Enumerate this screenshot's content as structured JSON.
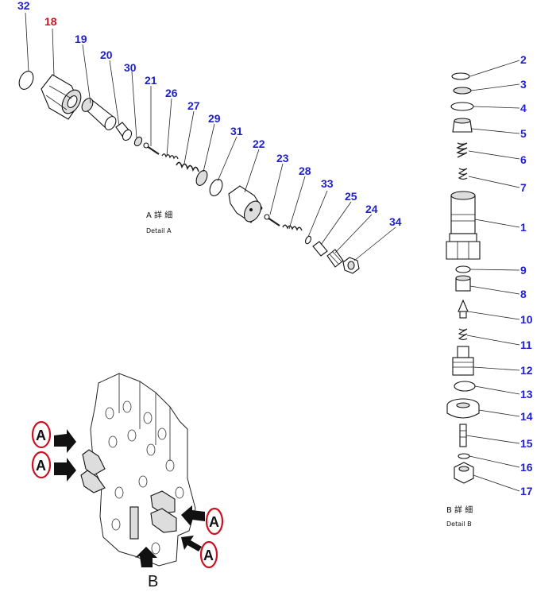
{
  "colors": {
    "callout": "#1f1fd0",
    "highlight": "#cc1020",
    "ink": "#111111"
  },
  "detail_a": {
    "caption_jp": "A 詳 細",
    "caption_en": "Detail  A",
    "labels": [
      "32",
      "18",
      "19",
      "20",
      "30",
      "21",
      "26",
      "27",
      "29",
      "31",
      "22",
      "23",
      "28",
      "33",
      "25",
      "24",
      "34"
    ]
  },
  "detail_b": {
    "caption_jp": "B 詳 細",
    "caption_en": "Detail  B",
    "labels": [
      "2",
      "3",
      "4",
      "5",
      "6",
      "7",
      "1",
      "9",
      "8",
      "10",
      "11",
      "12",
      "13",
      "14",
      "15",
      "16",
      "17"
    ]
  },
  "overview": {
    "view_markers": [
      "A",
      "A",
      "A",
      "A"
    ],
    "arrow_label": "B"
  }
}
